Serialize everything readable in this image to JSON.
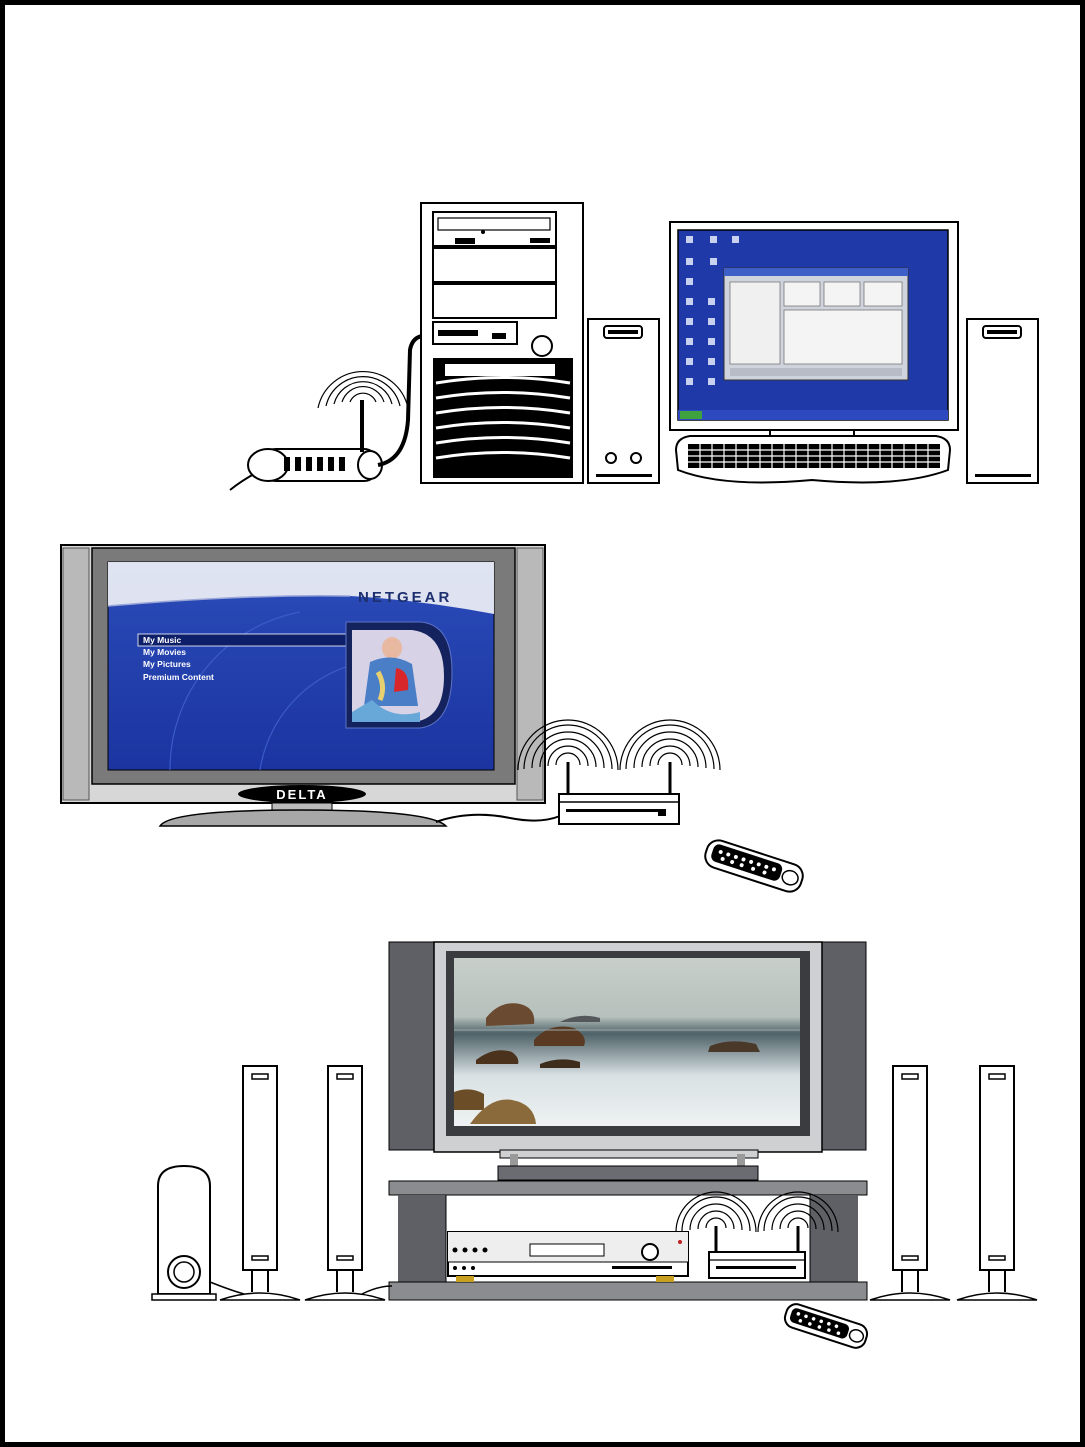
{
  "tv_ui": {
    "brand": "NETGEAR",
    "menu_items": [
      "My Music",
      "My Movies",
      "My Pictures",
      "Premium Content"
    ],
    "selected_index": 0
  },
  "tv_brand": "DELTA",
  "colors": {
    "menu_blue": "#1f3fae",
    "menu_highlight": "#0e1f6a",
    "frame_gray": "#8a8a8a",
    "speaker_gray": "#5e6066",
    "desktop_blue": "#1f3aa8"
  }
}
